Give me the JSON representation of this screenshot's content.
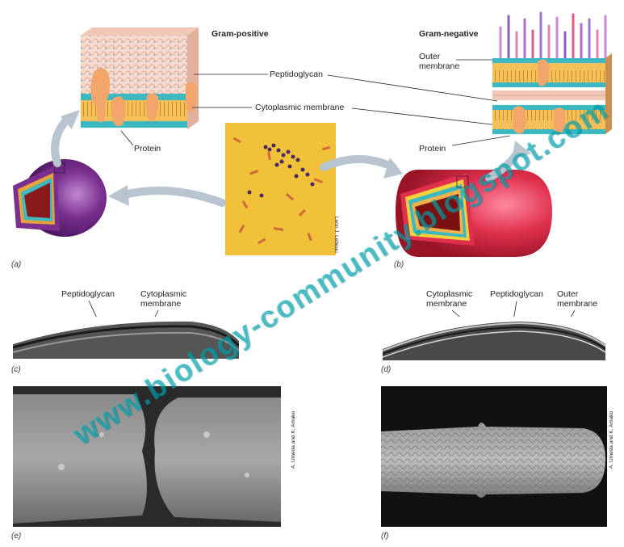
{
  "labels": {
    "gram_positive": "Gram-positive",
    "gram_negative": "Gram-negative",
    "peptidoglycan": "Peptidoglycan",
    "cytoplasmic_membrane": "Cytoplasmic membrane",
    "protein_left": "Protein",
    "protein_right": "Protein",
    "outer_membrane_line1": "Outer",
    "outer_membrane_line2": "membrane",
    "c_peptidoglycan": "Peptidoglycan",
    "c_cyto_line1": "Cytoplasmic",
    "c_cyto_line2": "membrane",
    "d_cyto_line1": "Cytoplasmic",
    "d_cyto_line2": "membrane",
    "d_peptidoglycan": "Peptidoglycan",
    "d_outer_line1": "Outer",
    "d_outer_line2": "membrane"
  },
  "panels": {
    "a": "(a)",
    "b": "(b)",
    "c": "(c)",
    "d": "(d)",
    "e": "(e)",
    "f": "(f)"
  },
  "credits": {
    "stain": "Leon J. Lebeau",
    "sem_e": "A. Umeda and K. Amako",
    "sem_f": "A. Umeda and K. Amako"
  },
  "watermark": "www.biology-community.blogspot.com",
  "colors": {
    "gram_positive_cell": "#7a2f8f",
    "gram_negative_cell": "#e0304d",
    "membrane_teal": "#3bb8c2",
    "lipid_orange": "#f2b24a",
    "protein": "#f3a66a",
    "watermark": "#00b2be"
  }
}
